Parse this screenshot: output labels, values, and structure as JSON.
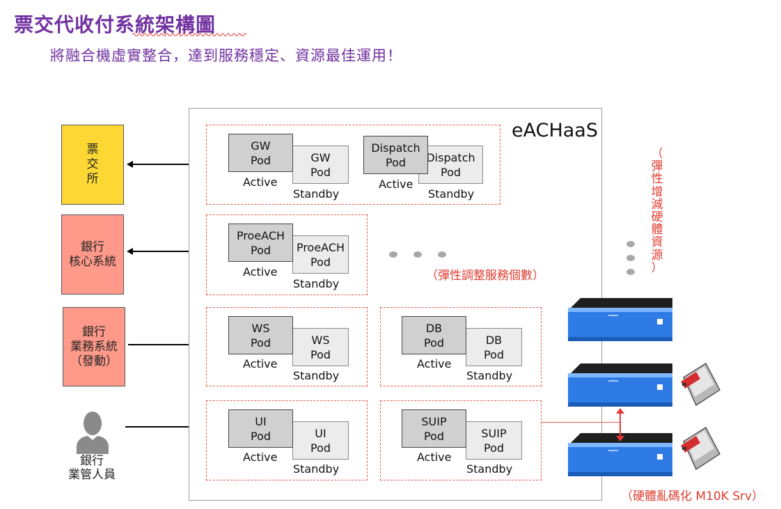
{
  "header": {
    "title": "票交代收付系統架構圖",
    "subtitle": "將融合機虛實整合，達到服務穩定、資源最佳運用！"
  },
  "side": {
    "exchange": [
      "票",
      "交",
      "所"
    ],
    "bank_core": [
      "銀行",
      "核心系統"
    ],
    "bank_business": [
      "銀行",
      "業務系統",
      "（發動）"
    ],
    "bank_staff": [
      "銀行",
      "業管人員"
    ]
  },
  "platform": {
    "name": "eACHaaS"
  },
  "pods": [
    {
      "id": "gw",
      "active": [
        "GW",
        "Pod"
      ],
      "standby": [
        "GW",
        "Pod"
      ]
    },
    {
      "id": "dispatch",
      "active": [
        "Dispatch",
        "Pod"
      ],
      "standby": [
        "Dispatch",
        "Pod"
      ]
    },
    {
      "id": "proeach",
      "active": [
        "ProeACH",
        "Pod"
      ],
      "standby": [
        "ProeACH",
        "Pod"
      ]
    },
    {
      "id": "ws",
      "active": [
        "WS",
        "Pod"
      ],
      "standby": [
        "WS",
        "Pod"
      ]
    },
    {
      "id": "db",
      "active": [
        "DB",
        "Pod"
      ],
      "standby": [
        "DB",
        "Pod"
      ]
    },
    {
      "id": "ui",
      "active": [
        "UI",
        "Pod"
      ],
      "standby": [
        "UI",
        "Pod"
      ]
    },
    {
      "id": "suip",
      "active": [
        "SUIP",
        "Pod"
      ],
      "standby": [
        "SUIP",
        "Pod"
      ]
    }
  ],
  "labels": {
    "active": "Active",
    "standby": "Standby"
  },
  "notes": {
    "scale_services": "（彈性調整服務個數）",
    "scale_hardware": [
      "（",
      "彈",
      "性",
      "增",
      "減",
      "硬",
      "體",
      "資",
      "源",
      "）"
    ],
    "hsm": "（硬體亂碼化 M10K Srv）"
  },
  "colors": {
    "title": "#7030a0",
    "exchange_box": "#fdd835",
    "bank_box": "#ff9a8a",
    "dashed_border": "#e85a4f",
    "note_red": "#e03c31",
    "server_blue": "#2e7be6"
  }
}
